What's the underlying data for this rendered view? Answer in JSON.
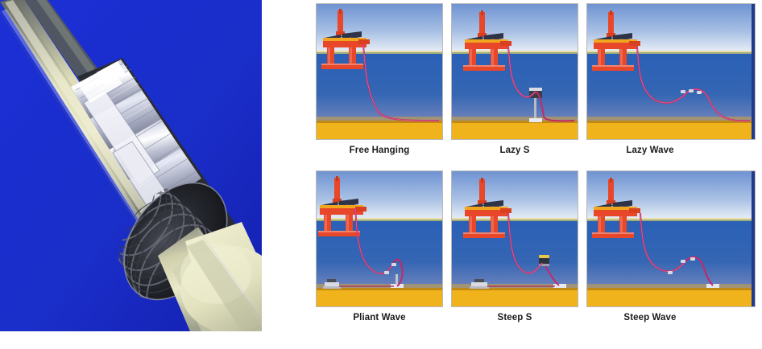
{
  "figure": {
    "left_panel": {
      "name": "flexible-riser-pipe-cutaway",
      "description": "Cutaway 3D render of a flexible riser pipe showing layered armour wires and carcass",
      "background_color": "#1a30cf",
      "pipe_outer_color": "#d9d9ae",
      "armour_color": "#c9cbd8",
      "carcass_color": "#2c2c30"
    },
    "right_panel": {
      "name": "riser-configuration-grid",
      "rows": 2,
      "columns": 3,
      "sea_color": "#2f63b5",
      "sky_color": "#7f9fd6",
      "seabed_color": "#f0b31b",
      "platform_color": "#e8472a",
      "riser_color": "#c4286a",
      "configurations": [
        {
          "id": "free-hanging",
          "label": "Free Hanging",
          "has_buoy": false,
          "has_arch": false,
          "has_seabed_manifold": false,
          "has_touchdown_base": false,
          "curve": "catenary"
        },
        {
          "id": "lazy-s",
          "label": "Lazy S",
          "has_buoy": false,
          "has_arch": true,
          "has_seabed_manifold": false,
          "has_touchdown_base": false,
          "curve": "s-over-arch"
        },
        {
          "id": "lazy-wave",
          "label": "Lazy Wave",
          "has_buoy": false,
          "has_arch": false,
          "has_seabed_manifold": false,
          "has_touchdown_base": false,
          "curve": "wave"
        },
        {
          "id": "pliant-wave",
          "label": "Pliant Wave",
          "has_buoy": false,
          "has_arch": false,
          "has_seabed_manifold": true,
          "has_touchdown_base": true,
          "curve": "wave-tethered"
        },
        {
          "id": "steep-s",
          "label": "Steep S",
          "has_buoy": true,
          "has_arch": false,
          "has_seabed_manifold": true,
          "has_touchdown_base": true,
          "curve": "steep-s"
        },
        {
          "id": "steep-wave",
          "label": "Steep Wave",
          "has_buoy": false,
          "has_arch": false,
          "has_seabed_manifold": false,
          "has_touchdown_base": true,
          "curve": "steep-wave"
        }
      ]
    }
  }
}
